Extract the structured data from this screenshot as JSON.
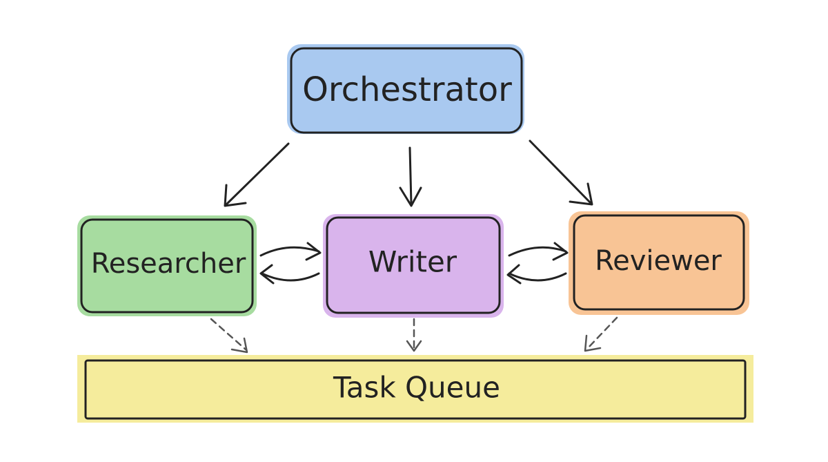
{
  "nodes": {
    "orchestrator": {
      "label": "Orchestrator",
      "color": "#a9c9f0"
    },
    "researcher": {
      "label": "Researcher",
      "color": "#a7dca0"
    },
    "writer": {
      "label": "Writer",
      "color": "#d9b4ec"
    },
    "reviewer": {
      "label": "Reviewer",
      "color": "#f8c495"
    },
    "task_queue": {
      "label": "Task Queue",
      "color": "#f5ec9c"
    }
  },
  "edges": [
    {
      "from": "orchestrator",
      "to": "researcher",
      "style": "solid"
    },
    {
      "from": "orchestrator",
      "to": "writer",
      "style": "solid"
    },
    {
      "from": "orchestrator",
      "to": "reviewer",
      "style": "solid"
    },
    {
      "from": "researcher",
      "to": "writer",
      "style": "solid"
    },
    {
      "from": "writer",
      "to": "researcher",
      "style": "solid"
    },
    {
      "from": "writer",
      "to": "reviewer",
      "style": "solid"
    },
    {
      "from": "reviewer",
      "to": "writer",
      "style": "solid"
    },
    {
      "from": "researcher",
      "to": "task_queue",
      "style": "dashed"
    },
    {
      "from": "writer",
      "to": "task_queue",
      "style": "dashed"
    },
    {
      "from": "reviewer",
      "to": "task_queue",
      "style": "dashed"
    }
  ]
}
